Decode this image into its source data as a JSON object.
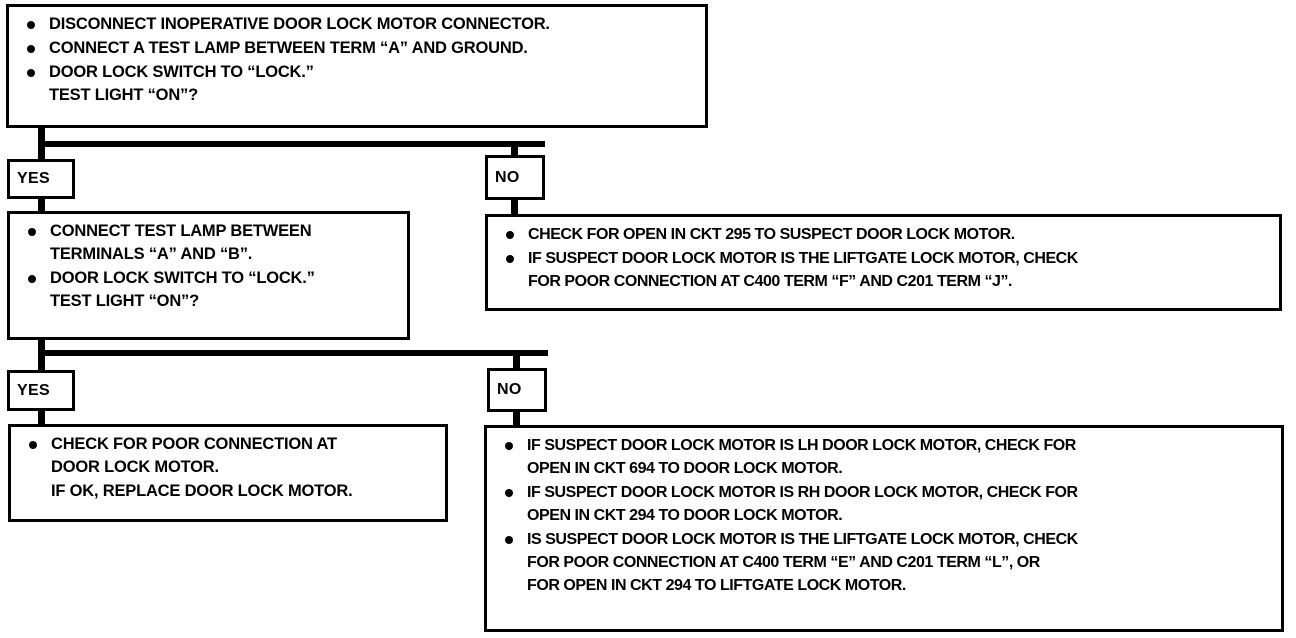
{
  "diagram": {
    "title": "Door Lock Motor Diagnostic Flowchart",
    "type": "decision-flowchart",
    "line_color": "#000000",
    "background_color": "#ffffff",
    "text_color": "#000000"
  },
  "boxes": {
    "step1": {
      "name": "initial-test-box",
      "items": [
        {
          "bullet": true,
          "lines": [
            "DISCONNECT INOPERATIVE DOOR LOCK MOTOR CONNECTOR."
          ]
        },
        {
          "bullet": true,
          "lines": [
            "CONNECT A TEST LAMP BETWEEN TERM “A” AND GROUND."
          ]
        },
        {
          "bullet": true,
          "lines": [
            "DOOR LOCK SWITCH TO “LOCK.”",
            "TEST LIGHT “ON”?"
          ]
        }
      ]
    },
    "step2_yes": {
      "name": "second-test-box",
      "items": [
        {
          "bullet": true,
          "lines": [
            "CONNECT TEST LAMP BETWEEN",
            "TERMINALS “A” AND “B”."
          ]
        },
        {
          "bullet": true,
          "lines": [
            "DOOR LOCK SWITCH TO “LOCK.”",
            "TEST LIGHT “ON”?"
          ]
        }
      ]
    },
    "step2_no": {
      "name": "ckt-295-result-box",
      "items": [
        {
          "bullet": true,
          "lines": [
            "CHECK FOR OPEN IN CKT 295 TO SUSPECT DOOR LOCK MOTOR."
          ]
        },
        {
          "bullet": true,
          "lines": [
            "IF SUSPECT DOOR LOCK MOTOR IS THE LIFTGATE LOCK MOTOR, CHECK",
            "FOR POOR CONNECTION AT C400 TERM “F” AND C201 TERM “J”."
          ]
        }
      ]
    },
    "step3_yes": {
      "name": "poor-connection-result-box",
      "items": [
        {
          "bullet": true,
          "lines": [
            "CHECK FOR POOR CONNECTION AT",
            "DOOR LOCK MOTOR."
          ]
        },
        {
          "bullet": false,
          "lines": [
            "IF OK, REPLACE DOOR LOCK MOTOR."
          ]
        }
      ]
    },
    "step3_no": {
      "name": "ckt-694-294-result-box",
      "items": [
        {
          "bullet": true,
          "lines": [
            "IF SUSPECT DOOR LOCK MOTOR IS LH DOOR LOCK MOTOR, CHECK FOR",
            "OPEN IN CKT 694 TO DOOR LOCK MOTOR."
          ]
        },
        {
          "bullet": true,
          "lines": [
            "IF SUSPECT DOOR LOCK MOTOR IS RH DOOR LOCK MOTOR, CHECK FOR",
            "OPEN IN CKT 294 TO DOOR LOCK MOTOR."
          ]
        },
        {
          "bullet": true,
          "lines": [
            "IS SUSPECT DOOR LOCK MOTOR IS THE LIFTGATE LOCK MOTOR, CHECK",
            "FOR POOR CONNECTION AT C400 TERM “E” AND C201 TERM “L”, OR",
            "FOR OPEN IN CKT 294 TO LIFTGATE LOCK MOTOR."
          ]
        }
      ]
    }
  },
  "tags": {
    "yes1": "YES",
    "no1": "NO",
    "yes2": "YES",
    "no2": "NO"
  }
}
